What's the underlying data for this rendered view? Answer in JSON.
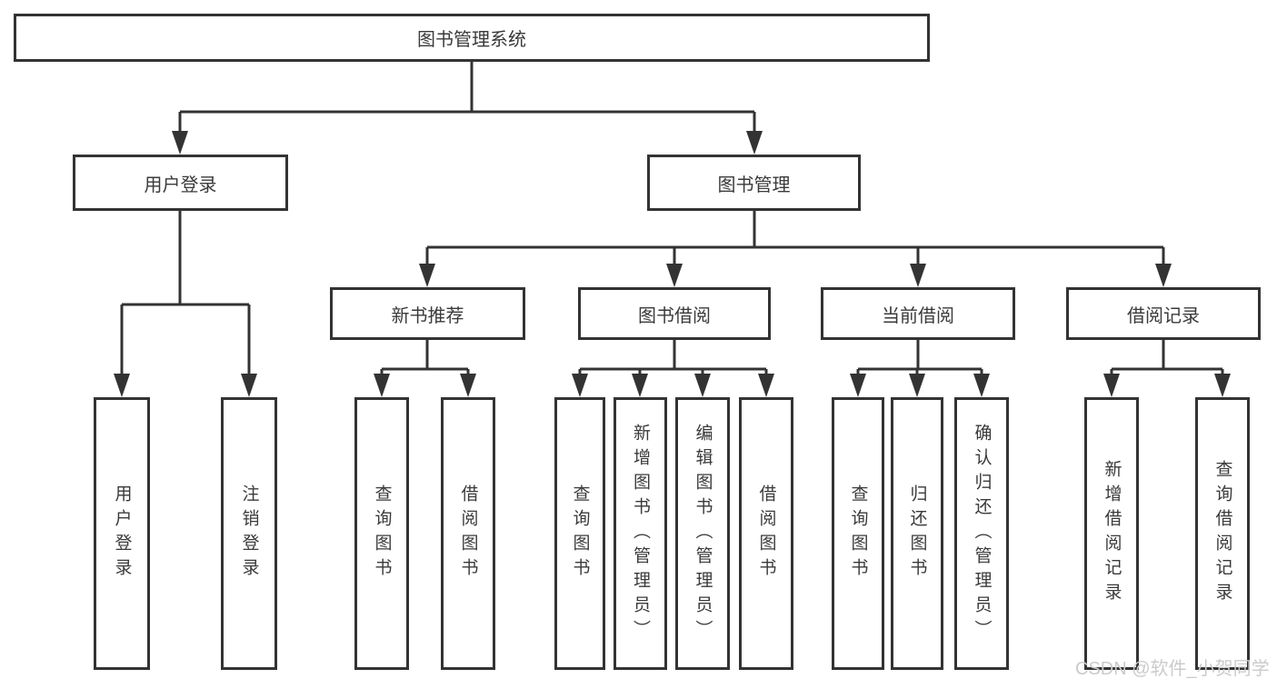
{
  "diagram": {
    "title": "图书管理系统",
    "nodes": {
      "root": "图书管理系统",
      "user_login": "用户登录",
      "book_mgmt": "图书管理",
      "new_book_rec": "新书推荐",
      "book_borrow": "图书借阅",
      "current_borrow": "当前借阅",
      "borrow_records": "借阅记录",
      "leaf_user_login": "用户登录",
      "leaf_logout": "注销登录",
      "leaf_query_books_rec": "查询图书",
      "leaf_borrow_books_rec": "借阅图书",
      "leaf_query_books_borrow": "查询图书",
      "leaf_add_book_admin": "新增图书（管理员）",
      "leaf_edit_book_admin": "编辑图书（管理员）",
      "leaf_borrow_books_borrow": "借阅图书",
      "leaf_query_books_current": "查询图书",
      "leaf_return_book": "归还图书",
      "leaf_confirm_return_admin": "确认归还（管理员）",
      "leaf_add_borrow_record": "新增借阅记录",
      "leaf_query_borrow_record": "查询借阅记录"
    },
    "edges": [
      [
        "图书管理系统",
        "用户登录"
      ],
      [
        "图书管理系统",
        "图书管理"
      ],
      [
        "用户登录",
        "用户登录"
      ],
      [
        "用户登录",
        "注销登录"
      ],
      [
        "图书管理",
        "新书推荐"
      ],
      [
        "图书管理",
        "图书借阅"
      ],
      [
        "图书管理",
        "当前借阅"
      ],
      [
        "图书管理",
        "借阅记录"
      ],
      [
        "新书推荐",
        "查询图书"
      ],
      [
        "新书推荐",
        "借阅图书"
      ],
      [
        "图书借阅",
        "查询图书"
      ],
      [
        "图书借阅",
        "新增图书（管理员）"
      ],
      [
        "图书借阅",
        "编辑图书（管理员）"
      ],
      [
        "图书借阅",
        "借阅图书"
      ],
      [
        "当前借阅",
        "查询图书"
      ],
      [
        "当前借阅",
        "归还图书"
      ],
      [
        "当前借阅",
        "确认归还（管理员）"
      ],
      [
        "借阅记录",
        "新增借阅记录"
      ],
      [
        "借阅记录",
        "查询借阅记录"
      ]
    ],
    "colors": {
      "background": "#ffffff",
      "box_border": "#333333",
      "text": "#3a3a3a",
      "connector": "#333333",
      "watermark": "#cbcbcb"
    }
  },
  "watermark": "CSDN @软件_小贺同学"
}
